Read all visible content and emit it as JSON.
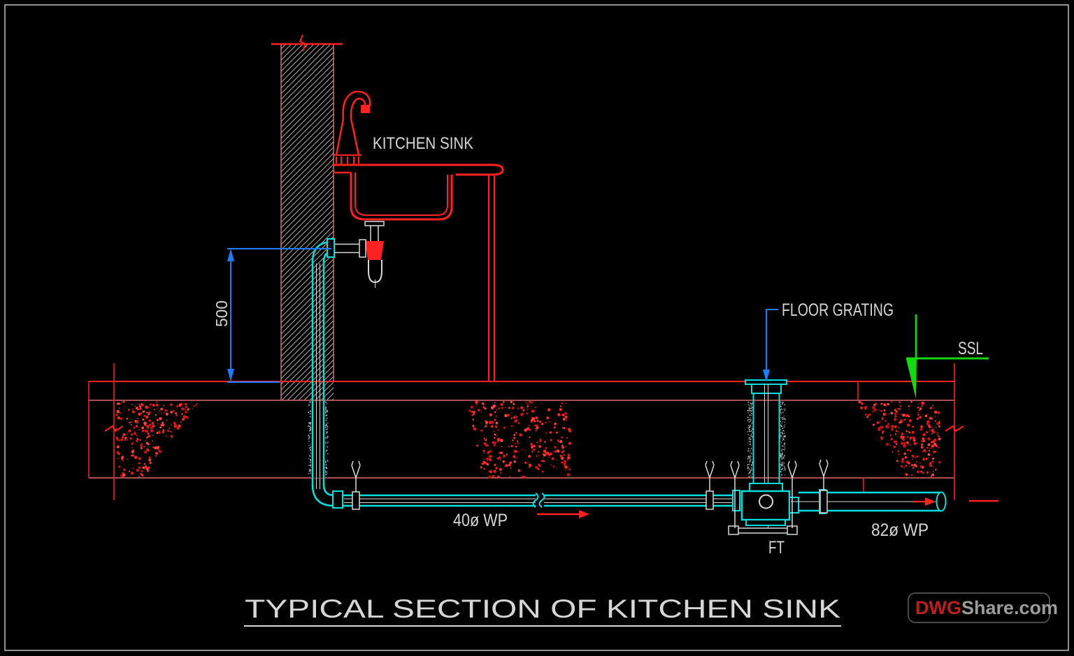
{
  "drawing": {
    "labels": {
      "kitchen_sink": "KITCHEN SINK",
      "floor_grating": "FLOOR GRATING",
      "ssl": "SSL",
      "dim_500": "500",
      "pipe_40": "40ø WP",
      "pipe_82": "82ø WP",
      "floor_trap": "FT"
    },
    "title": "TYPICAL SECTION OF KITCHEN SINK",
    "watermark": {
      "brand_red": "DWG",
      "brand_gray": "Share.com"
    },
    "colors": {
      "red": "#ff2222",
      "salmon": "#e06a6a",
      "cyan": "#00dede",
      "blue": "#1e7dff",
      "green": "#12d912",
      "text": "#d6d6d6",
      "hatch": "#ababab",
      "white_lines": "#d8d8d8",
      "stipple_gray": "#b5b5b5",
      "wm_red": "#bb2020",
      "wm_gray": "#9c9c9c",
      "wm_border": "#4a4a4a",
      "frame": "#c2c2c2"
    }
  }
}
